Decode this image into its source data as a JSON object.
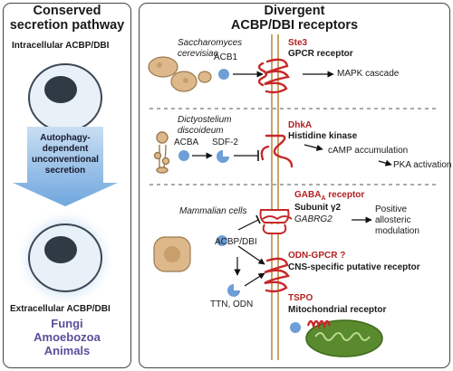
{
  "left": {
    "title_line1": "Conserved",
    "title_line2": "secretion pathway",
    "intracellular": "Intracellular ACBP/DBI",
    "arrow_line1": "Autophagy-",
    "arrow_line2": "dependent",
    "arrow_line3": "unconventional",
    "arrow_line4": "secretion",
    "extracellular": "Extracellular ACBP/DBI",
    "organisms": [
      "Fungi",
      "Amoebozoa",
      "Animals"
    ]
  },
  "right": {
    "title_line1": "Divergent",
    "title_line2": "ACBP/DBI receptors",
    "yeast": {
      "species_line1": "Saccharomyces",
      "species_line2": "cerevisiae",
      "ligand": "ACB1",
      "receptor_name": "Ste3",
      "receptor_type": "GPCR receptor",
      "output": "MAPK cascade"
    },
    "dicty": {
      "species_line1": "Dictyostelium",
      "species_line2": "discoideum",
      "ligand": "ACBA",
      "product": "SDF-2",
      "receptor_name": "DhkA",
      "receptor_type": "Histidine kinase",
      "output1": "cAMP accumulation",
      "output2": "PKA activation"
    },
    "mammal": {
      "species": "Mammalian cells",
      "ligand": "ACBP/DBI",
      "products": "TTN, ODN",
      "gaba_name": "GABA",
      "gaba_sub": "A",
      "gaba_suffix": " receptor",
      "gaba_subunit": "Subunit γ2",
      "gaba_gene": "GABRG2",
      "gaba_output_line1": "Positive",
      "gaba_output_line2": "allosteric",
      "gaba_output_line3": "modulation",
      "odn_name": "ODN-GPCR ?",
      "odn_type": "CNS-specific putative receptor",
      "tspo_name": "TSPO",
      "tspo_type": "Mitochondrial receptor"
    }
  },
  "colors": {
    "ligand_blue": "#6d9fd6",
    "receptor_red": "#c62828",
    "membrane": "#c9a36b",
    "cell_fill": "#ddb88a",
    "nucleus": "#2f3a45",
    "arrow_blue": "#6fa7de",
    "mito_green": "#5a8a2e",
    "title_purple": "#5b4e9a"
  }
}
